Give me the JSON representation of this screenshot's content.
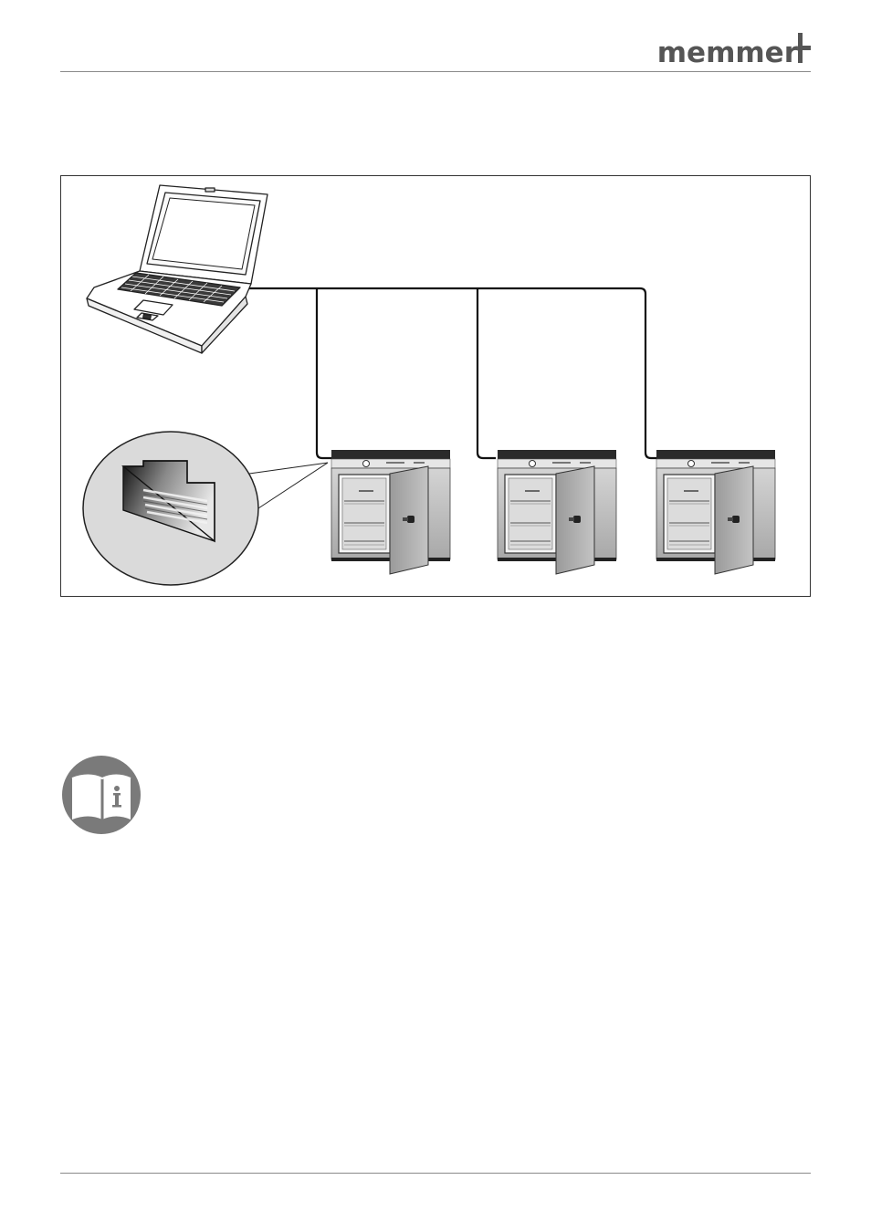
{
  "header": {
    "logo_text": "memmer",
    "logo_alt": "memmert"
  },
  "figure": {
    "laptop_icon": "laptop-icon",
    "device_icon": "incubator-icon",
    "device_count": 3,
    "connector_icon": "ethernet-port-icon"
  },
  "note": {
    "icon": "manual-info-icon"
  }
}
